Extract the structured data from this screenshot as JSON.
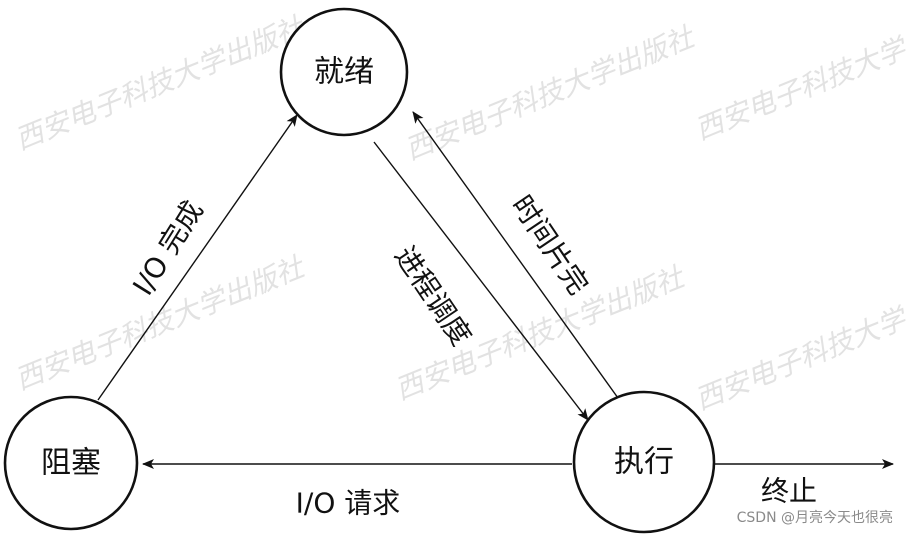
{
  "nodes": {
    "ready": "就绪",
    "running": "执行",
    "blocked": "阻塞"
  },
  "edges": {
    "io_complete": "I/O 完成",
    "process_dispatch": "进程调度",
    "time_slice_end": "时间片完",
    "io_request": "I/O 请求",
    "terminate": "终止"
  },
  "watermark": "西安电子科技大学出版社",
  "credit": "CSDN @月亮今天也很亮",
  "colors": {
    "line": "#111111",
    "background": "#ffffff",
    "watermark": "#cfcfcf"
  }
}
